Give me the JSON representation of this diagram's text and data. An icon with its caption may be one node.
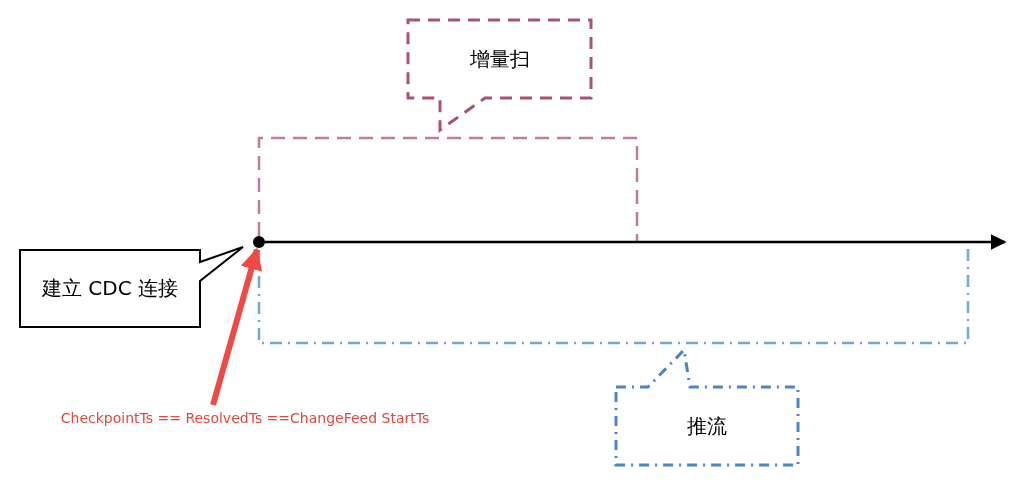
{
  "diagram": {
    "nodes": [
      {
        "text": [
          "增量扫"
        ]
      },
      {
        "text": [
          "建立 CDC 连接"
        ]
      },
      {
        "text": [
          "推流"
        ]
      },
      {
        "text": [
          "CheckpointTs == ResolvedTs ==ChangeFeed StartTs"
        ]
      },
      {
        "text": [],
        "shape": "circle"
      }
    ],
    "edges": [
      {
        "from": 4,
        "to": null,
        "arrow": "to"
      },
      {
        "from": 3,
        "to": 4,
        "arrow": "to",
        "style": "thick",
        "color": "#f04a45"
      }
    ]
  }
}
